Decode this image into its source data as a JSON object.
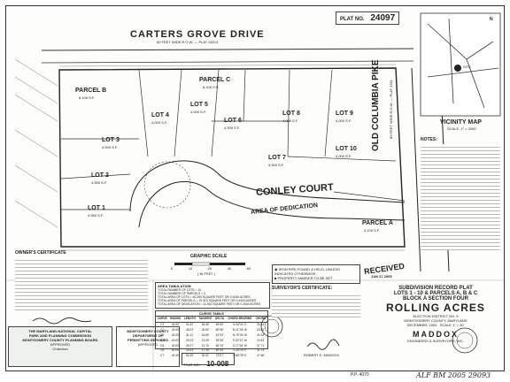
{
  "header": {
    "plat_label": "PLAT NO.",
    "plat_number": "24097",
    "road_name": "CARTERS GROVE DRIVE",
    "road_sub": "60 FEET WIDE R.O.W. — PLAT 15213"
  },
  "parcels": {
    "parcel_b": {
      "name": "PARCEL B",
      "area": "8,105 S.F."
    },
    "parcel_c": {
      "name": "PARCEL C",
      "area": "8,105 S.F."
    },
    "parcel_a": {
      "name": "PARCEL A",
      "area": "3,100 S.F."
    }
  },
  "lots": [
    {
      "name": "LOT 1",
      "area": "4,950 S.F."
    },
    {
      "name": "LOT 2",
      "area": "4,900 S.F."
    },
    {
      "name": "LOT 3",
      "area": "4,000 S.F."
    },
    {
      "name": "LOT 4",
      "area": "4,000 S.F."
    },
    {
      "name": "LOT 5",
      "area": "4,000 S.F."
    },
    {
      "name": "LOT 6",
      "area": "4,000 S.F."
    },
    {
      "name": "LOT 7",
      "area": "3,900 S.F."
    },
    {
      "name": "LOT 8",
      "area": "4,000 S.F."
    },
    {
      "name": "LOT 9",
      "area": "4,000 S.F."
    },
    {
      "name": "LOT 10",
      "area": "4,000 S.F."
    }
  ],
  "streets": {
    "conley_court": "CONLEY COURT",
    "area_of_dedication": "AREA OF DEDICATION",
    "old_columbia_pike": "OLD COLUMBIA PIKE",
    "pike_sub": "80 FEET WIDE R.O.W. — PLAT 1511"
  },
  "vicinity": {
    "title": "VICINITY MAP",
    "scale": "SCALE: 1\" = 2000'",
    "site": "SITE",
    "north": "N"
  },
  "graphic_scale": {
    "title": "GRAPHIC SCALE",
    "unit": "( IN FEET )",
    "ticks": [
      "0",
      "10",
      "20",
      "40",
      "80"
    ]
  },
  "notes_right_title": "NOTES:",
  "owner_cert_title": "OWNER'S CERTIFICATE",
  "surveyor_cert_title": "SURVEYOR'S CERTIFICATE:",
  "curve_table": {
    "title": "CURVE TABLE",
    "headers": [
      "CURVE",
      "RADIUS",
      "LENGTH",
      "TANGENT",
      "DELTA",
      "CHORD BEARING",
      "CHORD"
    ],
    "rows": [
      [
        "C1",
        "40.00'",
        "31.42'",
        "18.35'",
        "45°00'",
        "N 34°21' E",
        "30.61'"
      ],
      [
        "C2",
        "40.00'",
        "46.03'",
        "26.52'",
        "65°56'",
        "N 21°06' W",
        "43.53'"
      ],
      [
        "C3",
        "40.00'",
        "31.11'",
        "16.89'",
        "44°33'",
        "N 76°26' W",
        "30.33'"
      ],
      [
        "C4",
        "40.00'",
        "25.23'",
        "13.05'",
        "36°08'",
        "S 63°12' W",
        "24.81'"
      ],
      [
        "C5",
        "40.00'",
        "39.27'",
        "21.76'",
        "56°15'",
        "S 17°04' W",
        "37.71'"
      ],
      [
        "C6",
        "40.00'",
        "32.63'",
        "17.28'",
        "46°44'",
        "S 34°25' E",
        "31.73'"
      ],
      [
        "C7",
        "40.00'",
        "51.05'",
        "30.01'",
        "73°07'",
        "N 85°39' E",
        "47.66'"
      ]
    ]
  },
  "area_tabulation": {
    "title": "AREA TABULATION",
    "rows": [
      "TOTAL NUMBER OF LOTS = 10",
      "TOTAL NUMBER OF PARCELS = 3",
      "TOTAL AREA OF LOTS = 40,250 SQUARE FEET OR 0.9240 ACRES",
      "TOTAL AREA OF PARCELS = 19,310 SQUARE FEET OR 0.4433 ACRES",
      "TOTAL AREA OF DEDICATION = 11,502 SQUARE FEET OR 0.2640 ACRES",
      "TOTAL AREA OF PLAT = 71,062 SQUARE FEET OR 1.6314 ACRES"
    ]
  },
  "legend": {
    "items": [
      "IRON PIPE FOUND & HELD, UNLESS INDICATED OTHERWISE",
      "PROPERTY MARKER TO BE SET"
    ]
  },
  "received": {
    "label": "RECEIVED",
    "date": "JAN 27 2005"
  },
  "title_block": {
    "record_plat": "SUBDIVISION RECORD PLAT",
    "lots_line": "LOTS 1 - 10 & PARCELS A, B & C",
    "block_line": "BLOCK A SECTION FOUR",
    "project": "ROLLING ACRES",
    "district": "ELECTION DISTRICT NO. 5",
    "county": "MONTGOMERY COUNTY, MARYLAND",
    "date": "DECEMBER, 2004",
    "scale": "SCALE 1\" = 30'"
  },
  "firm": {
    "name": "MADDOX",
    "sub": "ENGINEERS & SURVEYORS, INC."
  },
  "commission": {
    "line1": "THE MARYLAND-NATIONAL CAPITAL",
    "line2": "PARK AND PLANNING COMMISSION",
    "line3": "MONTGOMERY COUNTY PLANNING BOARD",
    "approved": "APPROVED",
    "signer": "Chairman"
  },
  "county_dept": {
    "line1": "MONTGOMERY COUNTY",
    "line2": "DEPARTMENT OF",
    "line3": "PERMITTING SERVICES",
    "approved": "APPROVED"
  },
  "plat_book": {
    "label": "PLAT NO.",
    "value": "10-008"
  },
  "footer_text": "P.P. 4070",
  "handwritten_footer": "ALF BM 2005 29093",
  "signature_caption": "ROBERT E. MADDOX"
}
